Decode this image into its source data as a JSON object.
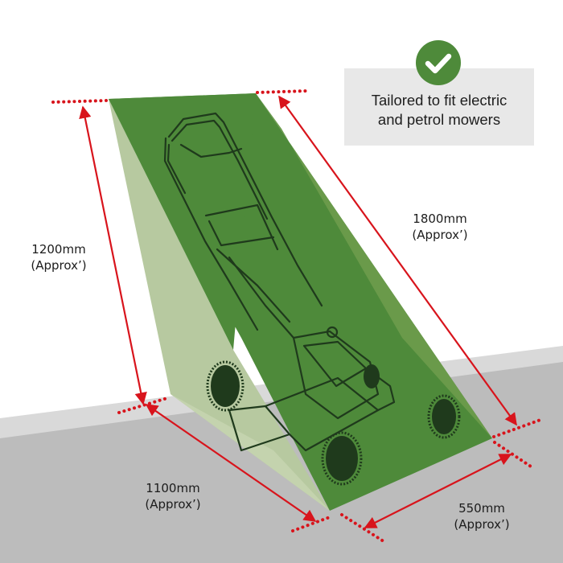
{
  "colors": {
    "background": "#ffffff",
    "wall_band": "#d9d9d9",
    "floor": "#bcbcbc",
    "cover_front": "#4e8a3a",
    "cover_right_side": "#6a9a4a",
    "cover_left_side": "#b7c9a0",
    "cover_bottom": "#c4d3ae",
    "dimension_line": "#d8141c",
    "mower_outline": "#1f3a1c",
    "badge_bg": "#e8e8e8",
    "check_circle": "#4e8a3a"
  },
  "badge": {
    "icon": "checkmark-icon",
    "line1": "Tailored to fit electric",
    "line2": "and petrol mowers"
  },
  "dimensions": {
    "height": {
      "value": "1200mm",
      "note": "(Approx’)"
    },
    "length": {
      "value": "1800mm",
      "note": "(Approx’)"
    },
    "depth": {
      "value": "1100mm",
      "note": "(Approx’)"
    },
    "width": {
      "value": "550mm",
      "note": "(Approx’)"
    }
  }
}
